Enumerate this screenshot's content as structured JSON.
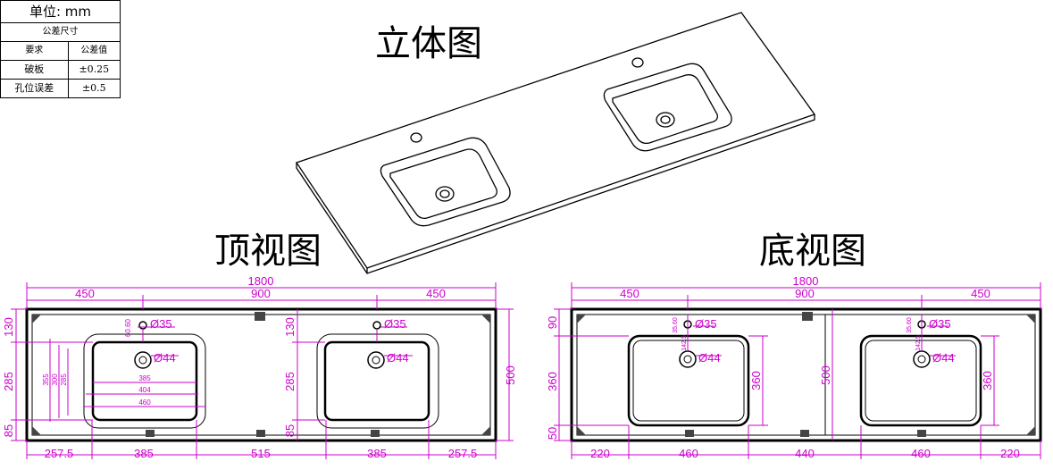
{
  "tolerance_table": {
    "unit": "单位: mm",
    "header": "公差尺寸",
    "col_requirement": "要求",
    "col_tolerance": "公差值",
    "rows": [
      {
        "item": "破板",
        "value": "±0.25"
      },
      {
        "item": "孔位误差",
        "value": "±0.5"
      }
    ]
  },
  "titles": {
    "isometric": "立体图",
    "top": "顶视图",
    "bottom": "底视图"
  },
  "top_view": {
    "overall": "1800",
    "segments_top": [
      "450",
      "900",
      "450"
    ],
    "segments_bottom": [
      "257.5",
      "385",
      "515",
      "385",
      "257.5"
    ],
    "left_dims": [
      "130",
      "285",
      "85"
    ],
    "mid_dims": [
      "130",
      "285",
      "85"
    ],
    "right_dim": "500",
    "tap_hole": "Ø35",
    "drain_hole": "Ø44",
    "basin_widths": [
      "385",
      "404",
      "460"
    ],
    "basin_depths": [
      "355",
      "300",
      "285"
    ],
    "hole_offset": "60.60"
  },
  "bottom_view": {
    "overall": "1800",
    "segments_top": [
      "450",
      "900",
      "450"
    ],
    "segments_bottom": [
      "220",
      "460",
      "440",
      "460",
      "220"
    ],
    "left_dims": [
      "90",
      "360",
      "50"
    ],
    "mid_dim": "500",
    "right_dim": "360",
    "basin_depth_right": "360",
    "tap_hole": "Ø35",
    "drain_hole": "Ø44",
    "hole_offset": "35.60",
    "hole_offset_small": "142.5"
  },
  "colors": {
    "dimension": "#cc00cc",
    "outline": "#000000"
  }
}
